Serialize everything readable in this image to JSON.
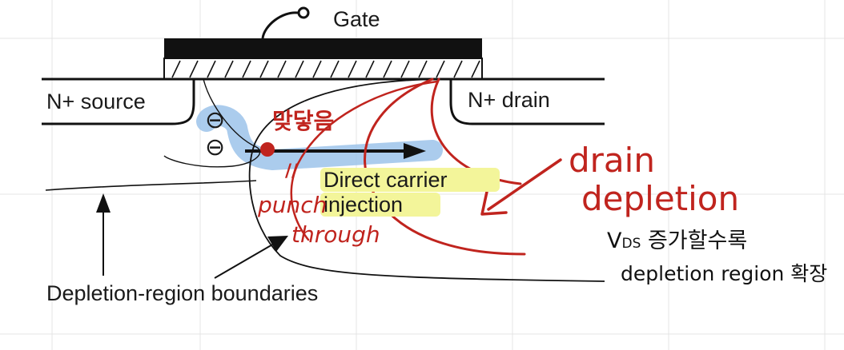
{
  "diagram": {
    "labels": {
      "gate": "Gate",
      "source": "N+ source",
      "drain": "N+ drain",
      "carrier_line1": "Direct carrier",
      "carrier_line2": "injection",
      "boundaries": "Depletion-region boundaries"
    },
    "electron_symbol": "⊖"
  },
  "annotations": {
    "touch_note": "맞닿음",
    "equals_mark": "//",
    "punch": "punch",
    "through": "through",
    "drain_line1": "drain",
    "drain_line2": "depletion",
    "vds_prefix": "V",
    "vds_sub": "DS",
    "vds_text": " 증가할수록",
    "expand_text": "depletion region 확장"
  },
  "colors": {
    "ink": "#111111",
    "annotation_red": "#c0241e",
    "highlight_yellow": "#f3f59a",
    "highlight_blue": "#9cc3ea",
    "grid": "#e4e4e4"
  }
}
